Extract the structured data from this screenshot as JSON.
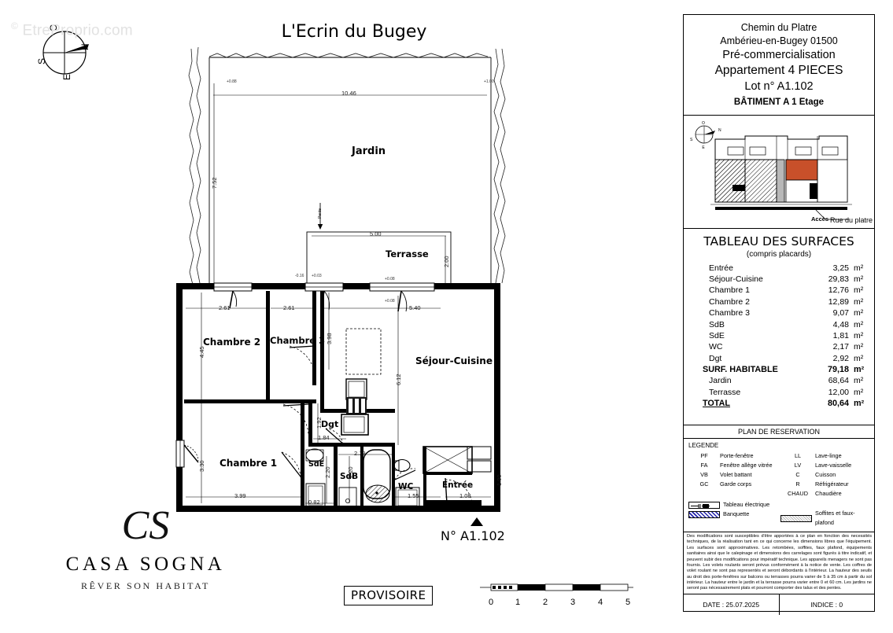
{
  "watermark": "EtreProprio.com",
  "plan_title": "L'Ecrin du Bugey",
  "compass": {
    "n": "N",
    "s": "S",
    "e": "E",
    "o": "O"
  },
  "rooms": [
    {
      "name": "Jardin",
      "label": "Jardin"
    },
    {
      "name": "Terrasse",
      "label": "Terrasse"
    },
    {
      "name": "Chambre 2",
      "label": "Chambre 2"
    },
    {
      "name": "Chambre 3",
      "label": "Chambre 3"
    },
    {
      "name": "Séjour-Cuisine",
      "label": "Séjour-Cuisine"
    },
    {
      "name": "Chambre 1",
      "label": "Chambre 1"
    },
    {
      "name": "Dgt",
      "label": "Dgt"
    },
    {
      "name": "SdE",
      "label": "SdE"
    },
    {
      "name": "SdB",
      "label": "SdB"
    },
    {
      "name": "WC",
      "label": "WC"
    },
    {
      "name": "Entrée",
      "label": "Entrée"
    }
  ],
  "dimensions": {
    "jardin_width": "10.46",
    "jardin_height": "7.52",
    "terrasse_width": "5.00",
    "terrasse_height": "2.00",
    "pente": "Pente",
    "chambre2_top": "2.61",
    "chambre3_top": "2.61",
    "sejour_top": "5.40",
    "chambre2_left": "4.45",
    "chambre1_left": "3.30",
    "chambre3_right": "3.98",
    "sejour_vert": "6.12",
    "dgt_vert": "1.92",
    "dgt_horiz": "1.84",
    "sdb_horiz": "2.19",
    "sde_vert": "2.20",
    "sdb_vert": "2.20",
    "chambre1_bottom": "3.99",
    "sde_bottom": "0.82",
    "wc_bottom": "1.55",
    "entree_bottom": "1.08",
    "entree_vert": "1.90",
    "lvl_plus_088": "+0.88",
    "lvl_plus_100": "+1.00",
    "lvl_minus_016": "-0.16",
    "lvl_plus_003": "+0.03",
    "lvl_plus_008": "+0.08",
    "lvl_plus_008b": "+0.08"
  },
  "lot_marker": "N° A1.102",
  "provisoire": "PROVISOIRE",
  "scale": {
    "labels": [
      "0",
      "1",
      "2",
      "3",
      "4",
      "5"
    ]
  },
  "logo": {
    "monogram": "CS",
    "name": "CASA SOGNA",
    "tagline": "RÊVER SON HABITAT"
  },
  "right_panel": {
    "address": {
      "street": "Chemin du Platre",
      "city": "Ambérieu-en-Bugey 01500",
      "stage": "Pré-commercialisation",
      "type": "Appartement 4 PIECES",
      "lot": "Lot n° A1.102",
      "building": "BÂTIMENT A 1 Etage"
    },
    "siteplan": {
      "access": "Accès",
      "street": "Rue du platre",
      "highlight_color": "#C8502A"
    },
    "surfaces": {
      "title": "TABLEAU DES SURFACES",
      "subtitle": "(compris placards)",
      "unit": "m²",
      "rows": [
        {
          "name": "Entrée",
          "value": "3,25"
        },
        {
          "name": "Séjour-Cuisine",
          "value": "29,83"
        },
        {
          "name": "Chambre 1",
          "value": "12,76"
        },
        {
          "name": "Chambre 2",
          "value": "12,89"
        },
        {
          "name": "Chambre 3",
          "value": "9,07"
        },
        {
          "name": "SdB",
          "value": "4,48"
        },
        {
          "name": "SdE",
          "value": "1,81"
        },
        {
          "name": "WC",
          "value": "2,17"
        },
        {
          "name": "Dgt",
          "value": "2,92"
        }
      ],
      "habitable": {
        "name": "SURF. HABITABLE",
        "value": "79,18"
      },
      "extras": [
        {
          "name": "Jardin",
          "value": "68,64"
        },
        {
          "name": "Terrasse",
          "value": "12,00"
        }
      ],
      "total": {
        "name": "TOTAL",
        "value": "80,64"
      }
    },
    "reservation_title": "PLAN DE RESERVATION",
    "legend": {
      "heading": "LEGENDE",
      "left": [
        {
          "code": "PF",
          "text": "Porte-fenêtre"
        },
        {
          "code": "FA",
          "text": "Fenêtre allège vitrée"
        },
        {
          "code": "VB",
          "text": "Volet battant"
        },
        {
          "code": "GC",
          "text": "Garde corps"
        }
      ],
      "right": [
        {
          "code": "LL",
          "text": "Lave-linge"
        },
        {
          "code": "LV",
          "text": "Lave-vaisselle"
        },
        {
          "code": "C",
          "text": "Cuisson"
        },
        {
          "code": "R",
          "text": "Réfrigérateur"
        },
        {
          "code": "CHAUD",
          "text": "Chaudière"
        }
      ],
      "swatch_left": [
        {
          "name": "electrical-panel-swatch",
          "text": "Tableau électrique"
        },
        {
          "name": "banquette-swatch",
          "text": "Banquette"
        }
      ],
      "swatch_right": [
        {
          "name": "soffite-swatch",
          "text": "Soffites et faux-plafond"
        }
      ]
    },
    "disclaimer": "Des modifications sont susceptibles d'être apportées à ce plan en fonction des necessités techniques, de la réalisation tant en ce qui concerne les dimensions libres que l'équipement. Les surfaces sont approximatives. Les retombées, soffites, faux plafond, équipements sanitaires ainsi que le calepinage et dimensions des carrelages sont figurés à titre indicatif, et peuvent subir des modifications pour impératif technique. Les appareils menagers ne sont pas fournis. Les volets roulants seront prévus conformément à la notice de vente. Les coffres de volet roulant ne sont pas representés et seront débordants à l'intérieur. La hauteur des seuils au droit des porte-fenêtres sur balcons ou terrasses pourra varier de 5 à 35 cm à partir du sol intérieur. La hauteur entre le jardin et la terrasse pourra varier entre 0 et 60 cm. Les jardins ne seront pas nécessairement plats et pourront comporter des talus et des pentes.",
    "date_label": "DATE : 25.07.2025",
    "indice_label": "INDICE : 0"
  }
}
